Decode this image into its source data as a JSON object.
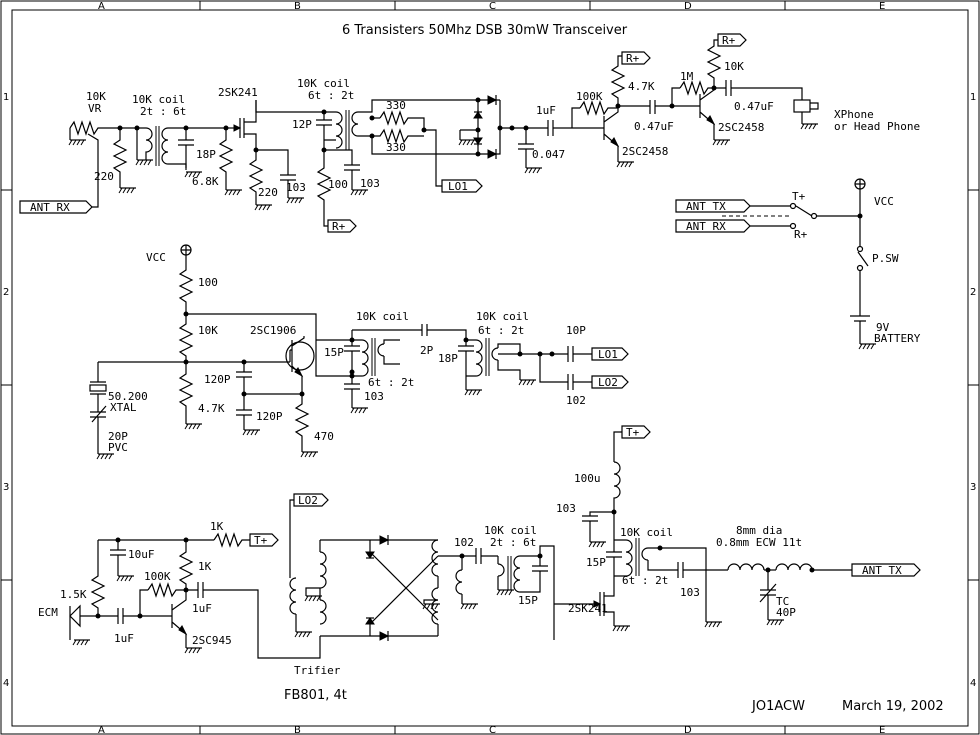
{
  "title": "6 Transisters 50Mhz DSB 30mW Transceiver",
  "footer": {
    "author": "JO1ACW",
    "date": "March 19, 2002",
    "core_note": "FB801, 4t"
  },
  "grid": {
    "cols": [
      "A",
      "B",
      "C",
      "D",
      "E"
    ],
    "rows": [
      "1",
      "2",
      "3",
      "4"
    ]
  },
  "rx": {
    "vr": "10K",
    "vr_label": "VR",
    "coil1": "10K coil",
    "coil1_turns": "2t : 6t",
    "r220": "220",
    "c18p": "18P",
    "r6k8": "6.8K",
    "q1": "2SK241",
    "r220b": "220",
    "c103a": "103",
    "coil2": "10K coil",
    "coil2_turns": "6t : 2t",
    "c12p": "12P",
    "r100": "100",
    "c103b": "103",
    "r330a": "330",
    "r330b": "330",
    "c1u": "1uF",
    "c047": "0.047",
    "r100k": "100K",
    "q2": "2SC2458",
    "r4k7": "4.7K",
    "c047u": "0.47uF",
    "r1m": "1M",
    "r10k": "10K",
    "q3": "2SC2458",
    "c047u2": "0.47uF",
    "phone": "XPhone",
    "phone2": "or Head Phone"
  },
  "lo": {
    "vcc": "VCC",
    "r100": "100",
    "r10k": "10K",
    "q": "2SC1906",
    "xtal": "50.200",
    "xtal_label": "XTAL",
    "c20p": "20P",
    "pvc": "PVC",
    "r4k7": "4.7K",
    "c120a": "120P",
    "c120b": "120P",
    "r470": "470",
    "coil1": "10K coil",
    "c15p": "15P",
    "coil1_turns": "6t : 2t",
    "c103": "103",
    "c2p": "2P",
    "coil2": "10K coil",
    "coil2_turns": "6t : 2t",
    "c18p": "18P",
    "c10p": "10P",
    "c102": "102"
  },
  "tx": {
    "c10u": "10uF",
    "r1k": "1K",
    "r1k5": "1.5K",
    "ecm": "ECM",
    "c1u": "1uF",
    "r100k": "100K",
    "r1kb": "1K",
    "c1ub": "1uF",
    "q": "2SC945",
    "trifier": "Trifier",
    "c102": "102",
    "coil1": "10K coil",
    "coil1_turns": "2t : 6t",
    "c15p": "15P",
    "q2": "2SK241",
    "r100u": "100u",
    "c103": "103",
    "coil2": "10K coil",
    "c15pb": "15P",
    "coil2_turns": "6t : 2t",
    "c103b": "103",
    "coilnote": "8mm dia",
    "coilnote2": "0.8mm ECW 11t",
    "tc": "TC",
    "tc_val": "40P"
  },
  "power": {
    "vcc": "VCC",
    "psw": "P.SW",
    "bat": "9V",
    "bat2": "BATTERY",
    "tplus": "T+",
    "rplus": "R+"
  },
  "tags": {
    "ant_rx": "ANT RX",
    "ant_tx": "ANT TX",
    "rplus": "R+",
    "tplus": "T+",
    "lo1": "LO1",
    "lo2": "LO2"
  }
}
